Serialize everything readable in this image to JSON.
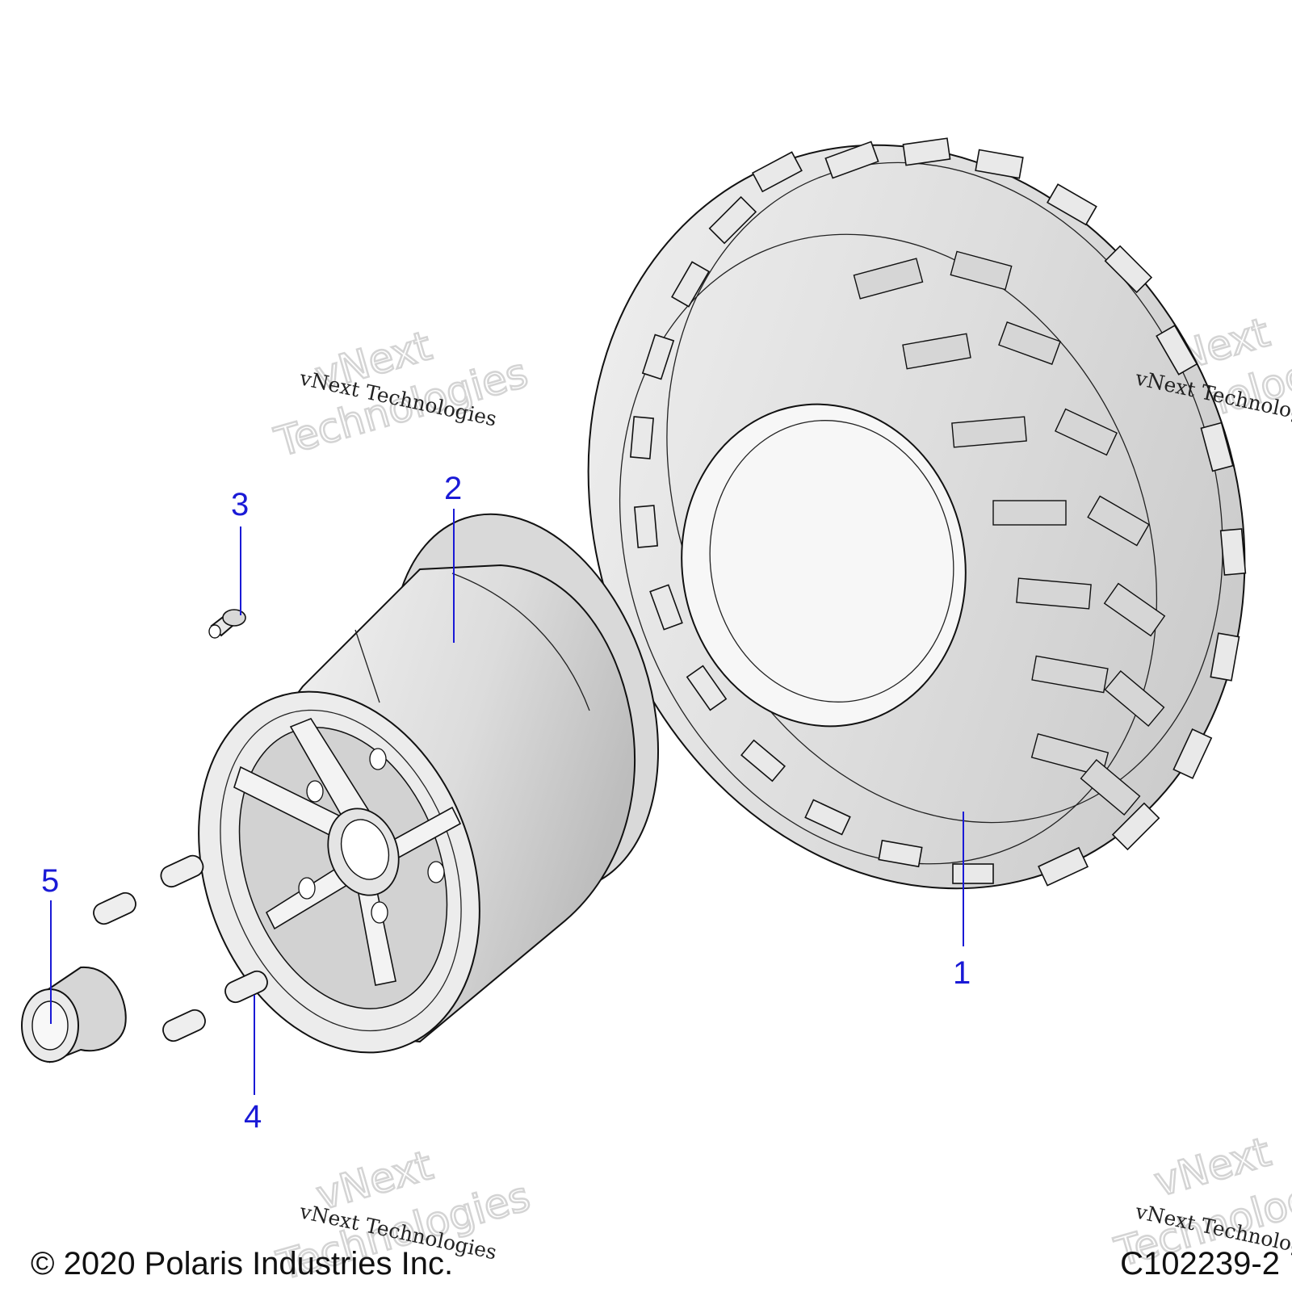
{
  "callouts": {
    "c1": "1",
    "c2": "2",
    "c3": "3",
    "c4": "4",
    "c5": "5"
  },
  "watermark": {
    "big_line1": "vNext",
    "big_line2": "Technologies",
    "small": "vNext Technologies"
  },
  "footer": {
    "copyright": "© 2020 Polaris Industries Inc.",
    "drawing_id": "C102239-2"
  },
  "colors": {
    "callout": "#1a1ad6",
    "part_fill": "#e6e6e6",
    "part_shade": "#c9c9c9",
    "outline": "#111111"
  }
}
